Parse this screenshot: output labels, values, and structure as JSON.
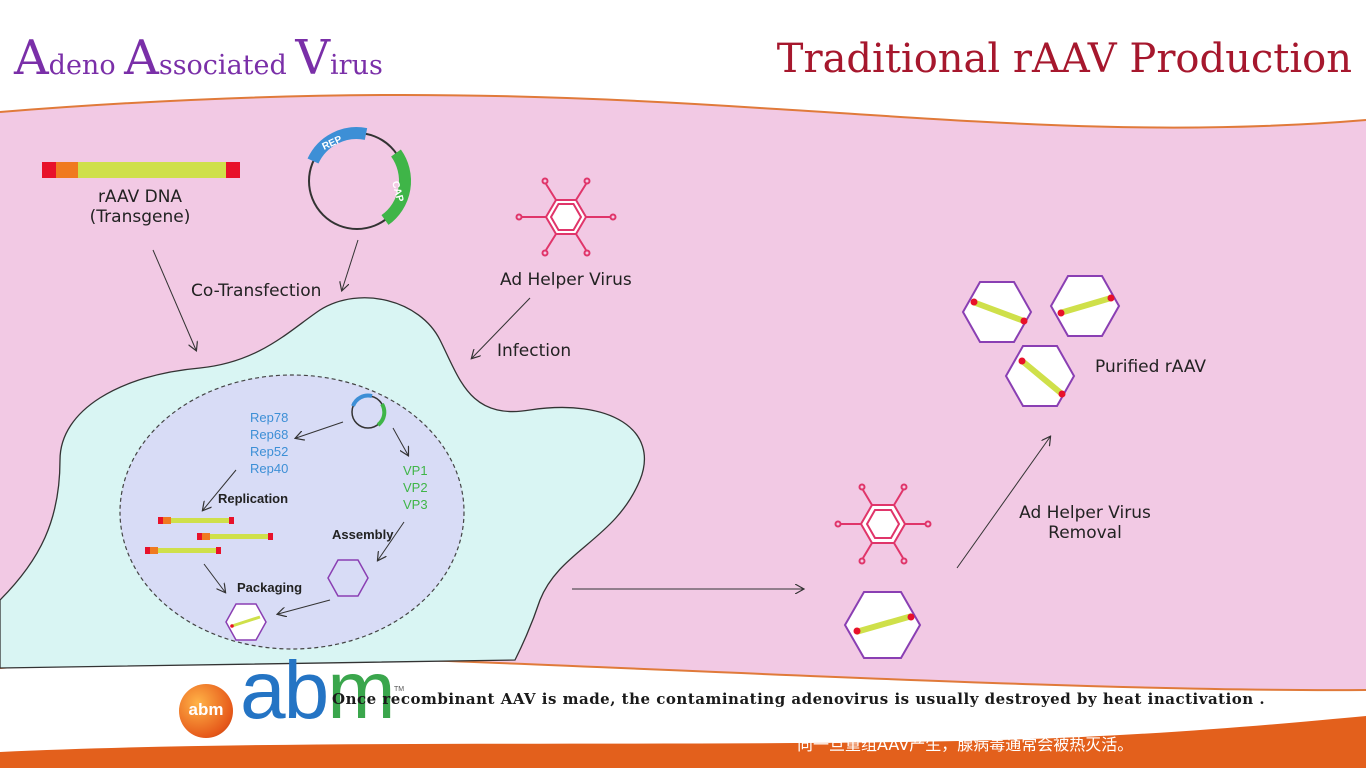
{
  "header": {
    "left_title": {
      "words": [
        {
          "initial": "A",
          "rest": "deno "
        },
        {
          "initial": "A",
          "rest": "ssociated "
        },
        {
          "initial": "V",
          "rest": "irus"
        }
      ]
    },
    "right_title": "Traditional rAAV Production"
  },
  "diagram": {
    "raav_dna_label_1": "rAAV DNA",
    "raav_dna_label_2": "(Transgene)",
    "plasmid_rep": "REP",
    "plasmid_cap": "CAP",
    "cotransfection": "Co-Transfection",
    "ad_helper_virus": "Ad Helper Virus",
    "infection": "Infection",
    "rep_proteins": [
      "Rep78",
      "Rep68",
      "Rep52",
      "Rep40"
    ],
    "vp_proteins": [
      "VP1",
      "VP2",
      "VP3"
    ],
    "replication": "Replication",
    "assembly": "Assembly",
    "packaging": "Packaging",
    "removal_line1": "Ad Helper Virus",
    "removal_line2": "Removal",
    "purified": "Purified rAAV"
  },
  "footer": {
    "logo_circle_text": "abm",
    "logo_a": "ab",
    "logo_m": "m",
    "logo_tm": "TM",
    "caption_en": "Once recombinant AAV is made, the contaminating adenovirus is usually destroyed by heat inactivation .",
    "caption_zh": "向一旦重组AAV产生，腺病毒通常会被热灭活。"
  },
  "colors": {
    "pink_bg": "#f2c9e4",
    "cell": "#d9f5f3",
    "nucleus": "#d8dcf6",
    "title_purple": "#7a2fa8",
    "title_red": "#a6172d",
    "orange_band": "#e3601c"
  }
}
